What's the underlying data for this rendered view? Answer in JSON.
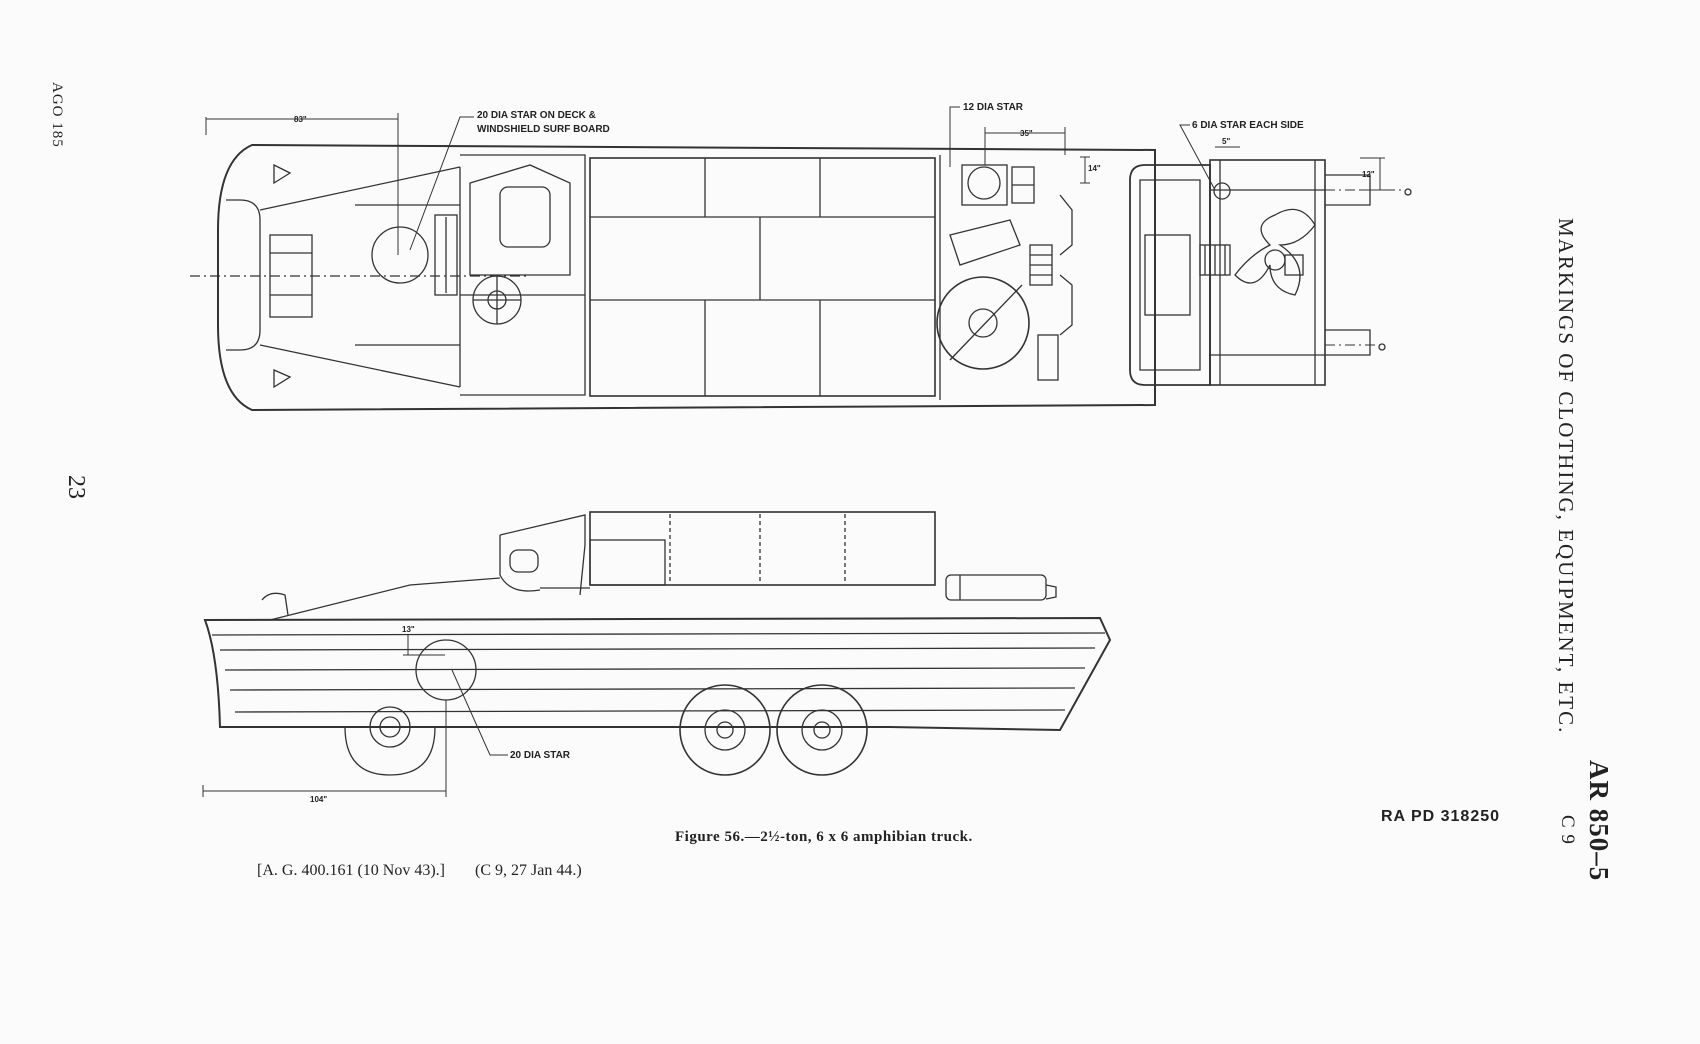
{
  "margin": {
    "left_code": "AGO 185",
    "left_page_number": "23",
    "running_head": "MARKINGS OF CLOTHING, EQUIPMENT, ETC.",
    "document_number": "AR 850–5",
    "change": "C 9"
  },
  "drawing": {
    "top_view": {
      "label_deck_star_1": "20 DIA STAR ON DECK &",
      "label_deck_star_2": "WINDSHIELD SURF BOARD",
      "label_rear_star": "12 DIA STAR",
      "dim_front": "83\"",
      "dim_rear": "35\"",
      "dim_rear_offset": "14\""
    },
    "rear_view": {
      "label_star": "6 DIA STAR EACH SIDE",
      "dim_top": "5\"",
      "dim_side": "12\""
    },
    "side_view": {
      "label_star": "20 DIA STAR",
      "dim_height": "13\"",
      "dim_length": "104\""
    },
    "plate_number": "RA PD 318250"
  },
  "caption": "Figure 56.—2½-ton, 6 x 6 amphibian truck.",
  "citation": {
    "ref": "[A. G. 400.161 (10 Nov 43).]",
    "change": "(C 9, 27 Jan 44.)"
  }
}
